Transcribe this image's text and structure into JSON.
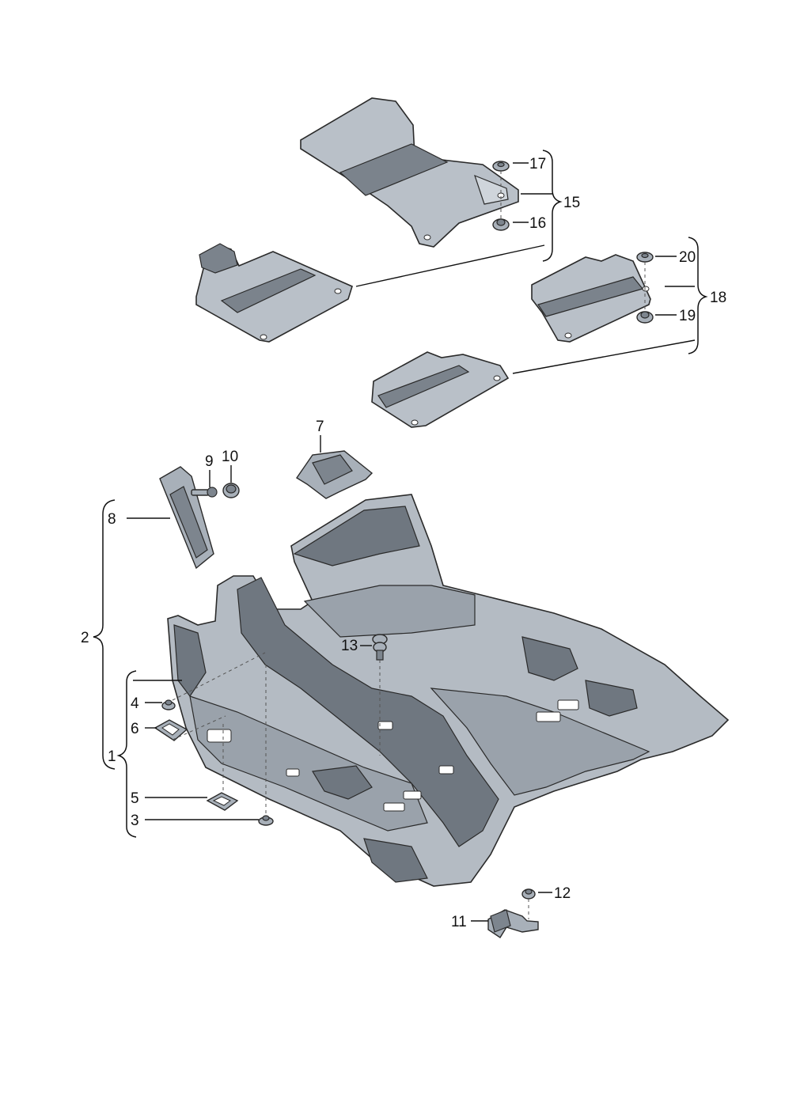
{
  "callouts": {
    "c1": "1",
    "c2": "2",
    "c3": "3",
    "c4": "4",
    "c5": "5",
    "c6": "6",
    "c7": "7",
    "c8": "8",
    "c9": "9",
    "c10": "10",
    "c11": "11",
    "c12": "12",
    "c13": "13",
    "c15": "15",
    "c16": "16",
    "c17": "17",
    "c18": "18",
    "c19": "19",
    "c20": "20"
  }
}
